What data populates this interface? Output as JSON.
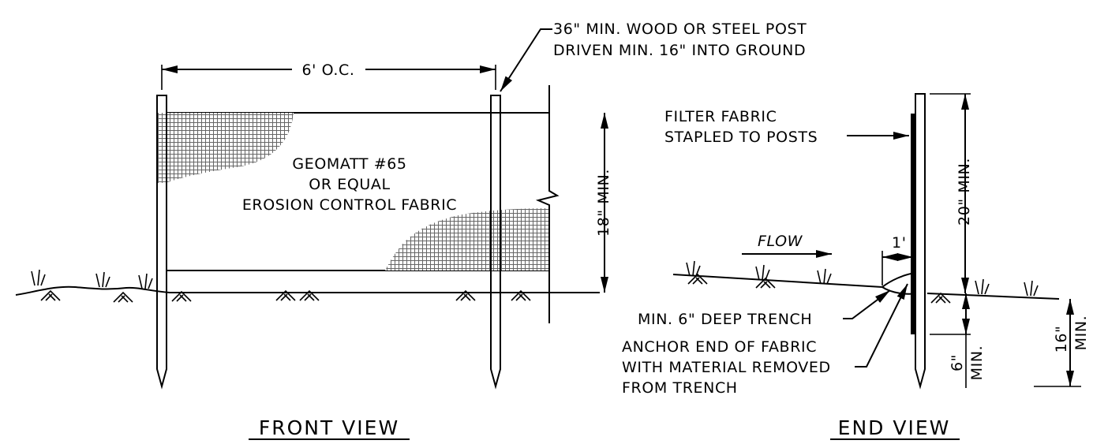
{
  "front_view": {
    "title": "FRONT VIEW",
    "spacing_label": "6' O.C.",
    "post_note_line1": "36\" MIN. WOOD OR STEEL POST",
    "post_note_line2": "DRIVEN MIN. 16\" INTO GROUND",
    "fabric_line1": "GEOMATT #65",
    "fabric_line2": "OR EQUAL",
    "fabric_line3": "EROSION CONTROL FABRIC",
    "height_label": "18\" MIN."
  },
  "end_view": {
    "title": "END VIEW",
    "filter_line1": "FILTER FABRIC",
    "filter_line2": "STAPLED TO POSTS",
    "height_label": "20\" MIN.",
    "flow_label": "FLOW",
    "offset_label": "1'",
    "trench_label": "MIN. 6\" DEEP TRENCH",
    "anchor_line1": "ANCHOR END OF FABRIC",
    "anchor_line2": "WITH MATERIAL REMOVED",
    "anchor_line3": "FROM TRENCH",
    "trench_depth_value": "6\"",
    "trench_depth_unit": "MIN.",
    "embed_depth_value": "16\"",
    "embed_depth_unit": "MIN."
  }
}
